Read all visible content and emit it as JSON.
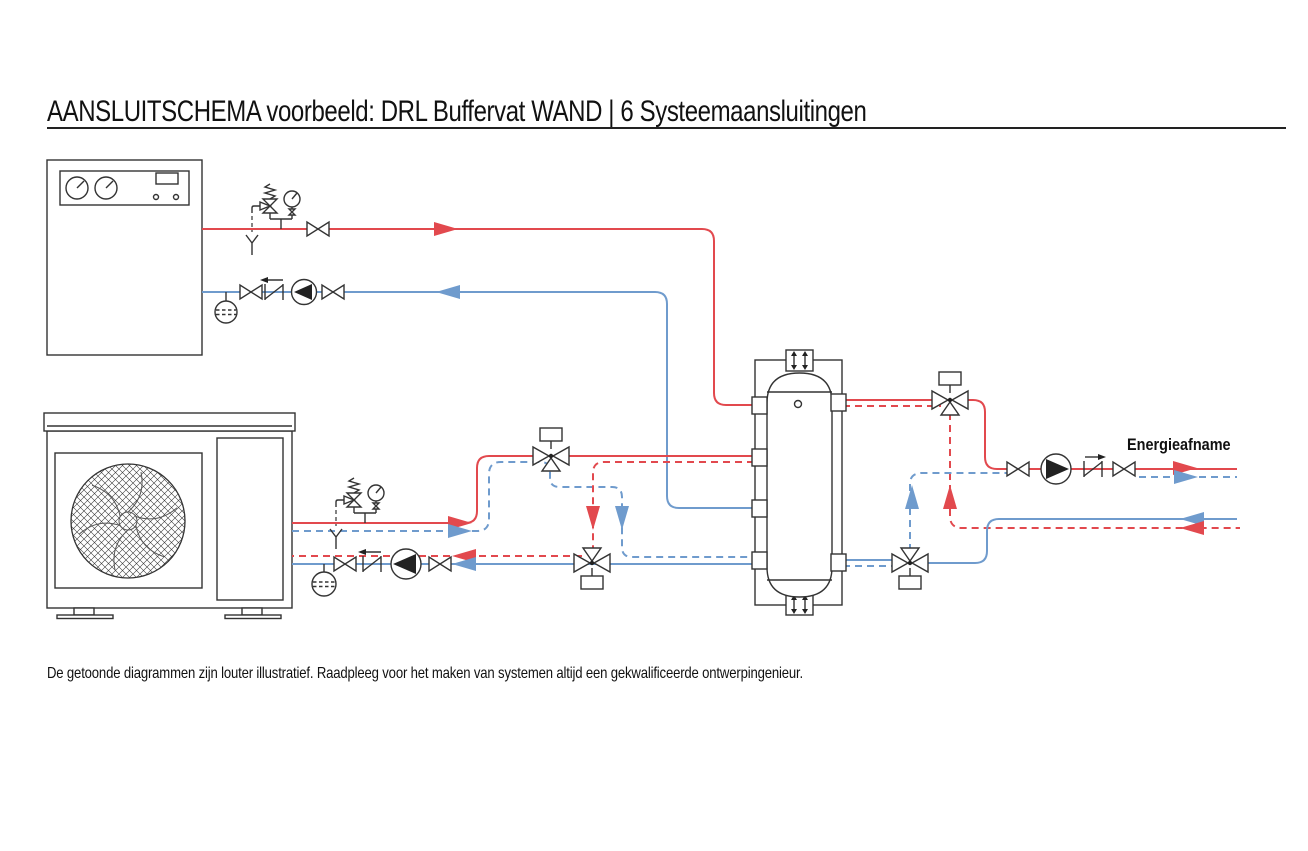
{
  "page": {
    "title": "AANSLUITSCHEMA voorbeeld: DRL Buffervat WAND | 6 Systeemaansluitingen",
    "footer": "De getoonde diagrammen zijn louter illustratief. Raadpleeg voor het maken van systemen altijd een gekwalificeerde ontwerpingenieur."
  },
  "diagram": {
    "load_label": "Energieafname",
    "colors": {
      "hot_pipe": "#e2494e",
      "cold_pipe": "#6f9bcd",
      "component_stroke": "#333333",
      "background": "#ffffff"
    },
    "components": {
      "boiler_unit": "boiler-indoor-unit",
      "heat_pump_unit": "outdoor-heat-pump-unit",
      "buffer_vessel": "wall-mounted-buffer-vessel",
      "three_way_valve_count": 4,
      "shutoff_valve_count": 7,
      "pump_count": 3,
      "check_valve_count": 3,
      "expansion_vessel_count": 2,
      "safety_valve_group_count": 2,
      "pressure_gauge_count": 2,
      "tundish_drain_count": 2,
      "system_connection_count": 6
    }
  }
}
